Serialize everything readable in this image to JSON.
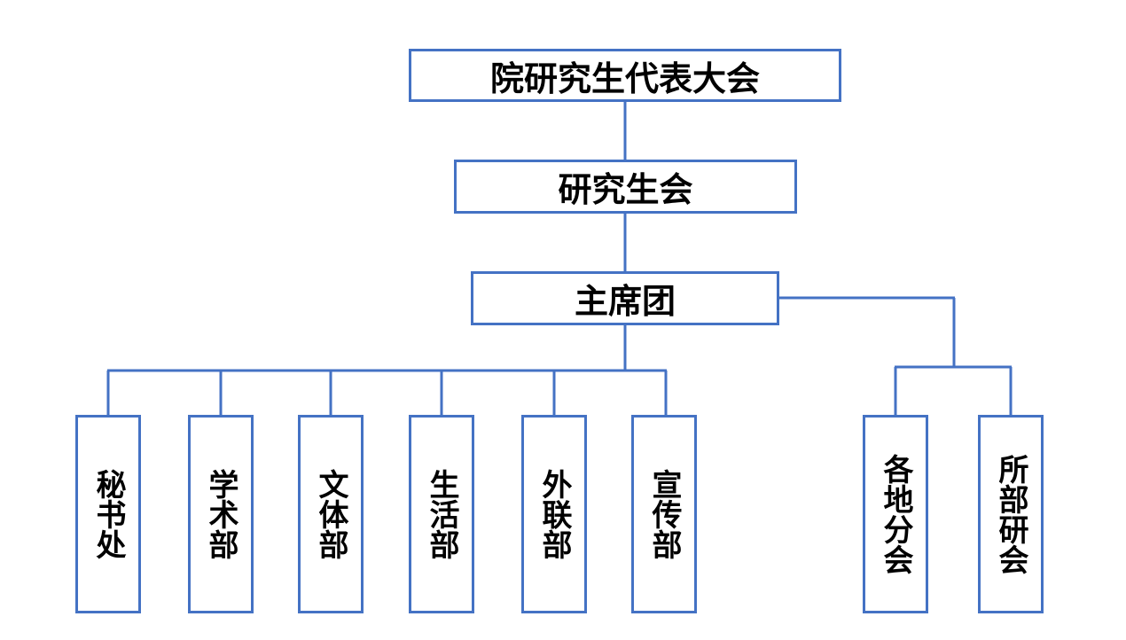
{
  "diagram": {
    "nodes": {
      "congress": "院研究生代表大会",
      "union": "研究生会",
      "presidium": "主席团",
      "secretariat": "秘书处",
      "academic": "学术部",
      "culture_sports": "文体部",
      "life": "生活部",
      "external": "外联部",
      "publicity": "宣传部",
      "regional_branches": "各地分会",
      "institute_branches": "所部研会"
    },
    "edges": [
      [
        "congress",
        "union"
      ],
      [
        "union",
        "presidium"
      ],
      [
        "presidium",
        "secretariat"
      ],
      [
        "presidium",
        "academic"
      ],
      [
        "presidium",
        "culture_sports"
      ],
      [
        "presidium",
        "life"
      ],
      [
        "presidium",
        "external"
      ],
      [
        "presidium",
        "publicity"
      ],
      [
        "presidium",
        "regional_branches"
      ],
      [
        "presidium",
        "institute_branches"
      ]
    ],
    "colors": {
      "line": "#4472c4",
      "text": "#000000",
      "background": "#ffffff"
    }
  }
}
